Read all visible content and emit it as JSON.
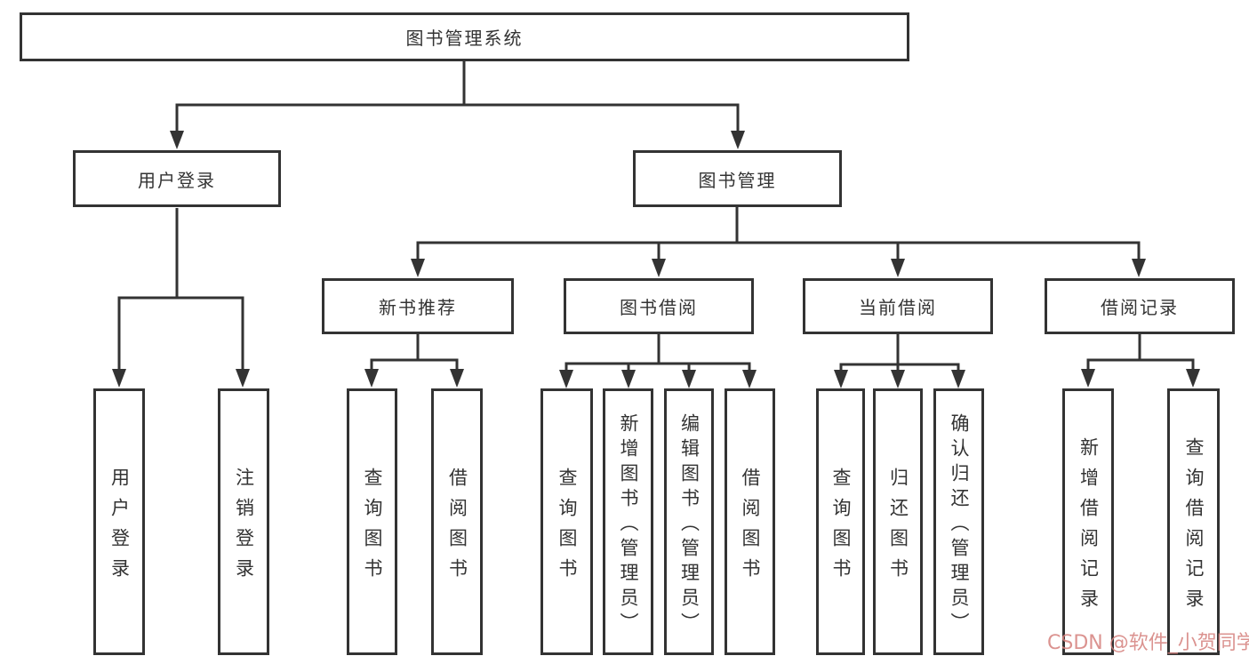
{
  "diagram": {
    "root": {
      "label": "图书管理系统"
    },
    "level2": [
      {
        "label": "用户登录"
      },
      {
        "label": "图书管理"
      }
    ],
    "level3": [
      {
        "label": "新书推荐"
      },
      {
        "label": "图书借阅"
      },
      {
        "label": "当前借阅"
      },
      {
        "label": "借阅记录"
      }
    ],
    "leaves": {
      "user_login": [
        {
          "label": "用户登录"
        },
        {
          "label": "注销登录"
        }
      ],
      "new_books": [
        {
          "label": "查询图书"
        },
        {
          "label": "借阅图书"
        }
      ],
      "borrowing": [
        {
          "label": "查询图书"
        },
        {
          "label": "新增图书（管理员）"
        },
        {
          "label": "编辑图书（管理员）"
        },
        {
          "label": "借阅图书"
        }
      ],
      "current_borrow": [
        {
          "label": "查询图书"
        },
        {
          "label": "归还图书"
        },
        {
          "label": "确认归还（管理员）"
        }
      ],
      "records": [
        {
          "label": "新增借阅记录"
        },
        {
          "label": "查询借阅记录"
        }
      ]
    }
  },
  "watermark": {
    "text": "CSDN @软件_小贺同学"
  },
  "colors": {
    "line": "#333333",
    "box_border": "#333333",
    "text": "#333333",
    "background": "#ffffff",
    "watermark": "#d5807d"
  }
}
